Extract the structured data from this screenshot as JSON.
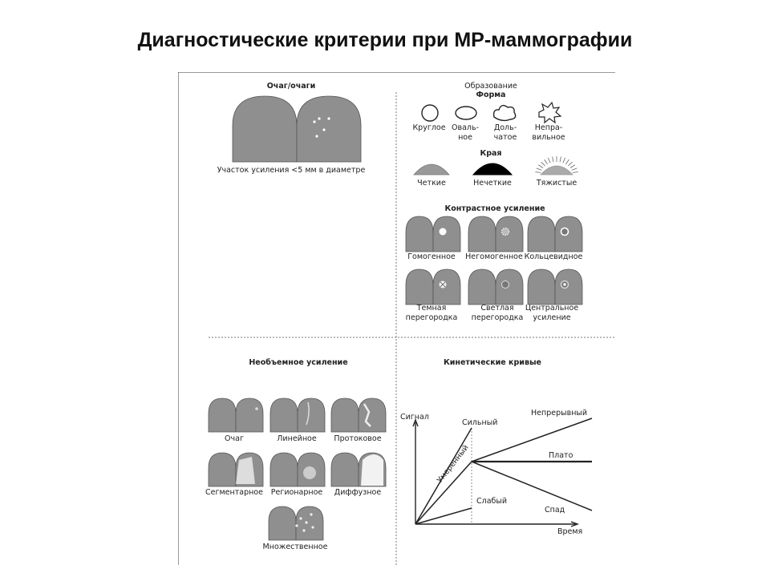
{
  "title": "Диагностические критерии при МР-маммографии",
  "focus": {
    "heading": "Очаг/очаги",
    "caption": "Участок усиления <5 мм в диаметре"
  },
  "mass": {
    "heading": "Образование",
    "shape_heading": "Форма",
    "shapes": [
      "Круглое",
      "Оваль-\nное",
      "Доль-\nчатое",
      "Непра-\nвильное"
    ],
    "margins_heading": "Края",
    "margins": [
      "Четкие",
      "Нечеткие",
      "Тяжистые"
    ],
    "enhancement_heading": "Контрастное усиление",
    "enhancement": [
      "Гомогенное",
      "Негомогенное",
      "Кольцевидное",
      "Темная\nперегородка",
      "Светлая\nперегородка",
      "Центральное\nусиление"
    ]
  },
  "nonmass": {
    "heading": "Необъемное усиление",
    "types": [
      "Очаг",
      "Линейное",
      "Протоковое",
      "Сегментарное",
      "Регионарное",
      "Диффузное",
      "Множественное"
    ]
  },
  "kinetics": {
    "heading": "Кинетические кривые",
    "y_axis": "Сигнал",
    "x_axis": "Время",
    "rise_strong": "Сильный",
    "rise_moderate": "Умеренный",
    "rise_weak": "Слабый",
    "continuous": "Непрерывный",
    "plateau": "Плато",
    "washout": "Спад"
  },
  "colors": {
    "breast_fill": "#8f8f8f",
    "line": "#222222"
  }
}
